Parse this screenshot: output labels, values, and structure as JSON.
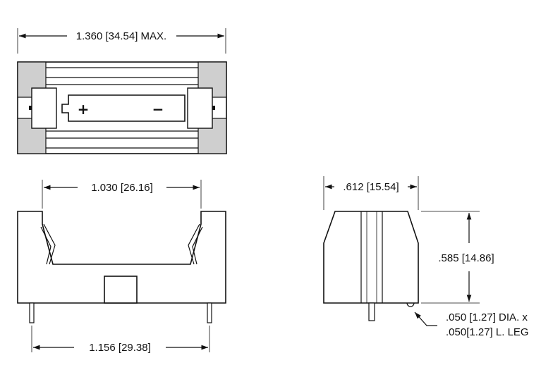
{
  "top_view": {
    "width_label": "1.360 [34.54] MAX.",
    "plus_symbol": "+",
    "minus_symbol": "−"
  },
  "front_view": {
    "inner_width_label": "1.030 [26.16]",
    "pin_spacing_label": "1.156 [29.38]"
  },
  "side_view": {
    "depth_label": ".612 [15.54]",
    "height_label": ".585 [14.86]",
    "leg_label_line1": ".050 [1.27] DIA. x",
    "leg_label_line2": ".050[1.27] L. LEG"
  }
}
